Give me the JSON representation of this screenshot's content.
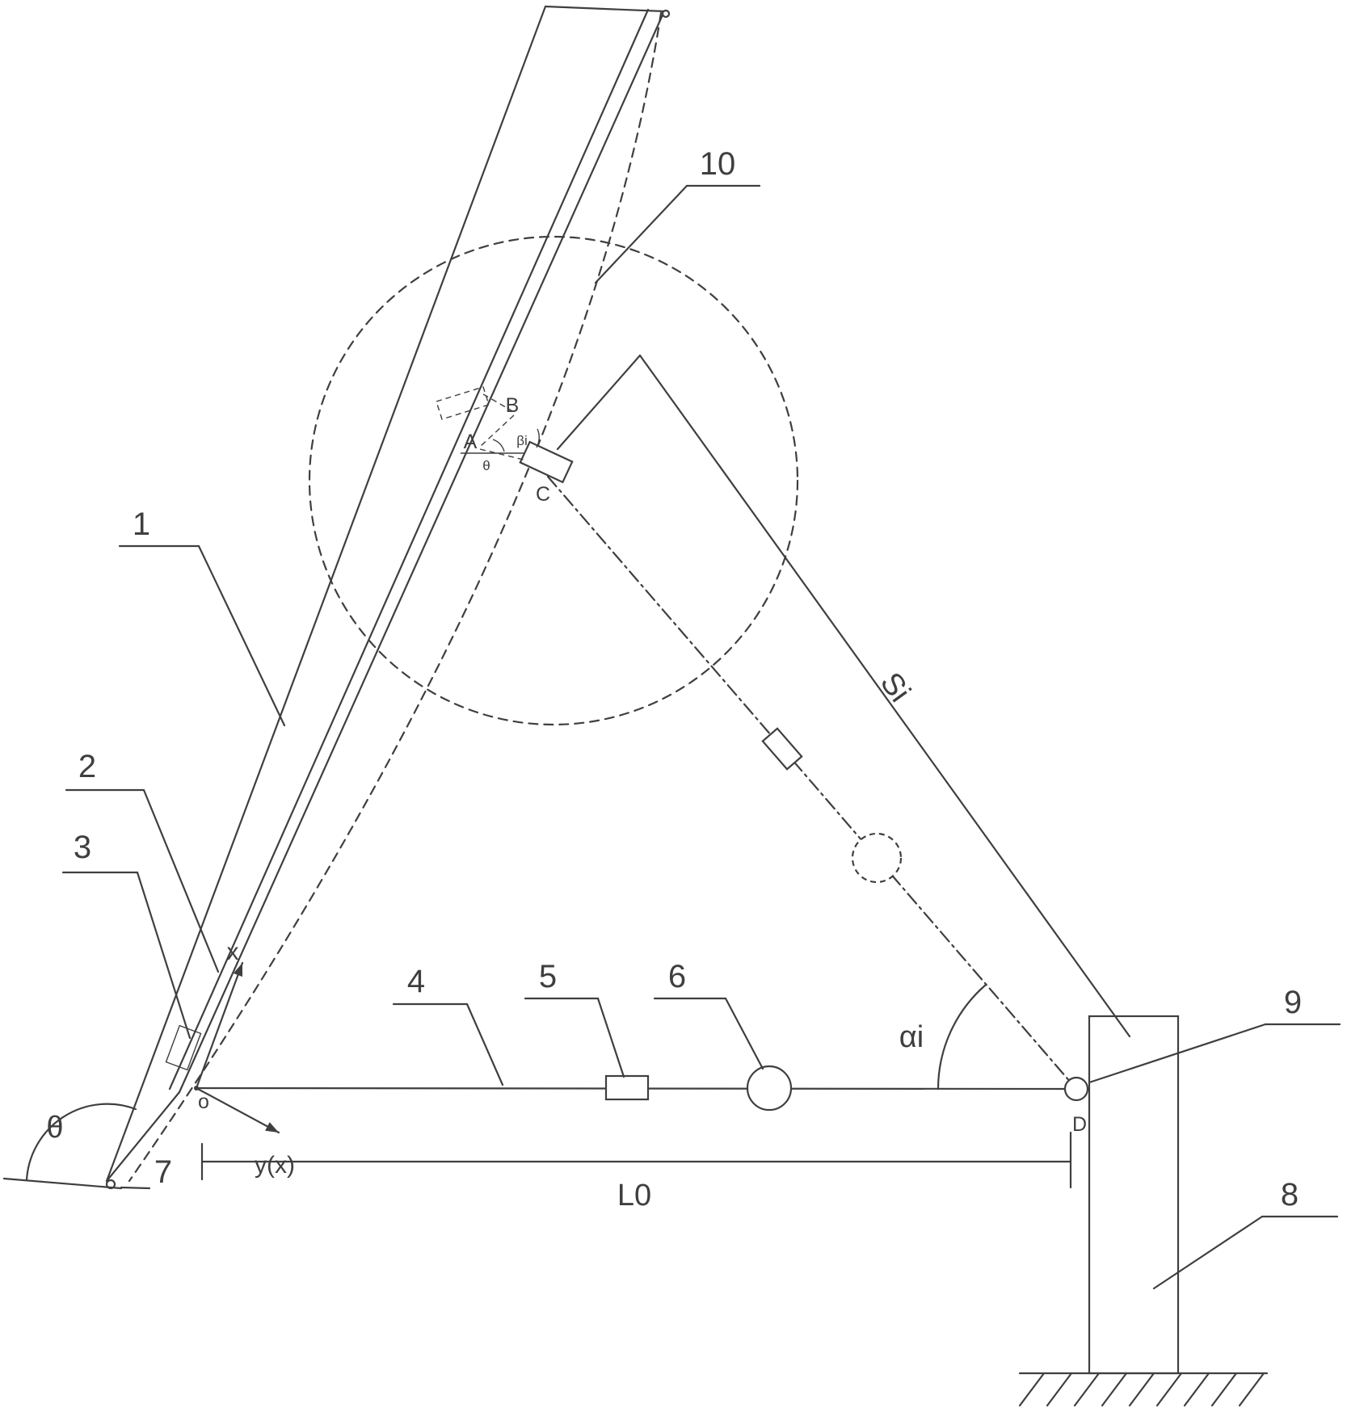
{
  "colors": {
    "line": "#3f3f3f",
    "background": "#ffffff"
  },
  "part_labels": {
    "p1": "1",
    "p2": "2",
    "p3": "3",
    "p4": "4",
    "p5": "5",
    "p6": "6",
    "p7": "7",
    "p8": "8",
    "p9": "9",
    "p10": "10"
  },
  "point_labels": {
    "a": "A",
    "b": "B",
    "c": "C",
    "d": "D",
    "origin": "o"
  },
  "axis_labels": {
    "x": "x",
    "y": "y(x)"
  },
  "dimension_labels": {
    "strut": "Si",
    "base": "L0"
  },
  "angle_labels": {
    "theta": "θ",
    "alpha_i": "αi",
    "beta_i": "βi",
    "theta_small": "θ"
  }
}
